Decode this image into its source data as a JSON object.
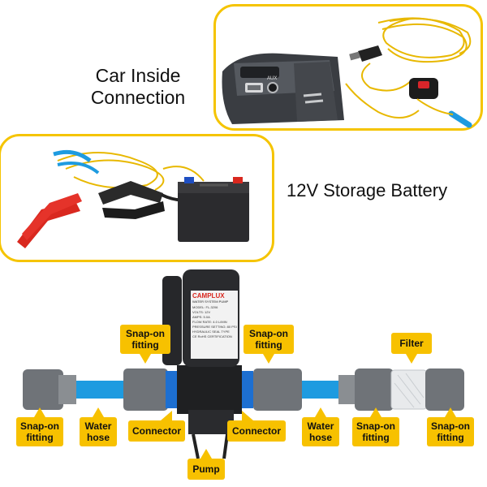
{
  "panels": {
    "car_inside": {
      "title_line1": "Car Inside",
      "title_line2": "Connection",
      "aux_label": "AUX"
    },
    "storage_battery": {
      "title": "12V Storage Battery"
    }
  },
  "pump": {
    "brand": "CAMPLUX",
    "subtitle": "WATER SYSTEM PUMP",
    "spec_lines": [
      "MODEL: FL-3206",
      "VOLTS: 12V",
      "AMPS: 5.0A",
      "FLOW RATE: 4.0 L/MIN",
      "PRESSURE SETTING: 80 PSI",
      "HYDRAULIC SEAL TYPE",
      "CE RoHS CERTIFICATION"
    ]
  },
  "callouts": {
    "snap_on_top_left": "Snap-on fitting",
    "snap_on_top_right": "Snap-on fitting",
    "filter": "Filter",
    "snap_on_bottom_1": "Snap-on fitting",
    "water_hose_left": "Water hose",
    "connector_left": "Connector",
    "pump": "Pump",
    "connector_right": "Connector",
    "water_hose_right": "Water hose",
    "snap_on_bottom_2": "Snap-on fitting",
    "snap_on_bottom_3": "Snap-on fitting"
  },
  "colors": {
    "accent_yellow": "#f7c100",
    "frame_yellow": "#f5c400",
    "hose_blue": "#1e9be0",
    "connector_blue": "#1d6fd1",
    "fitting_grey": "#6f7378"
  }
}
